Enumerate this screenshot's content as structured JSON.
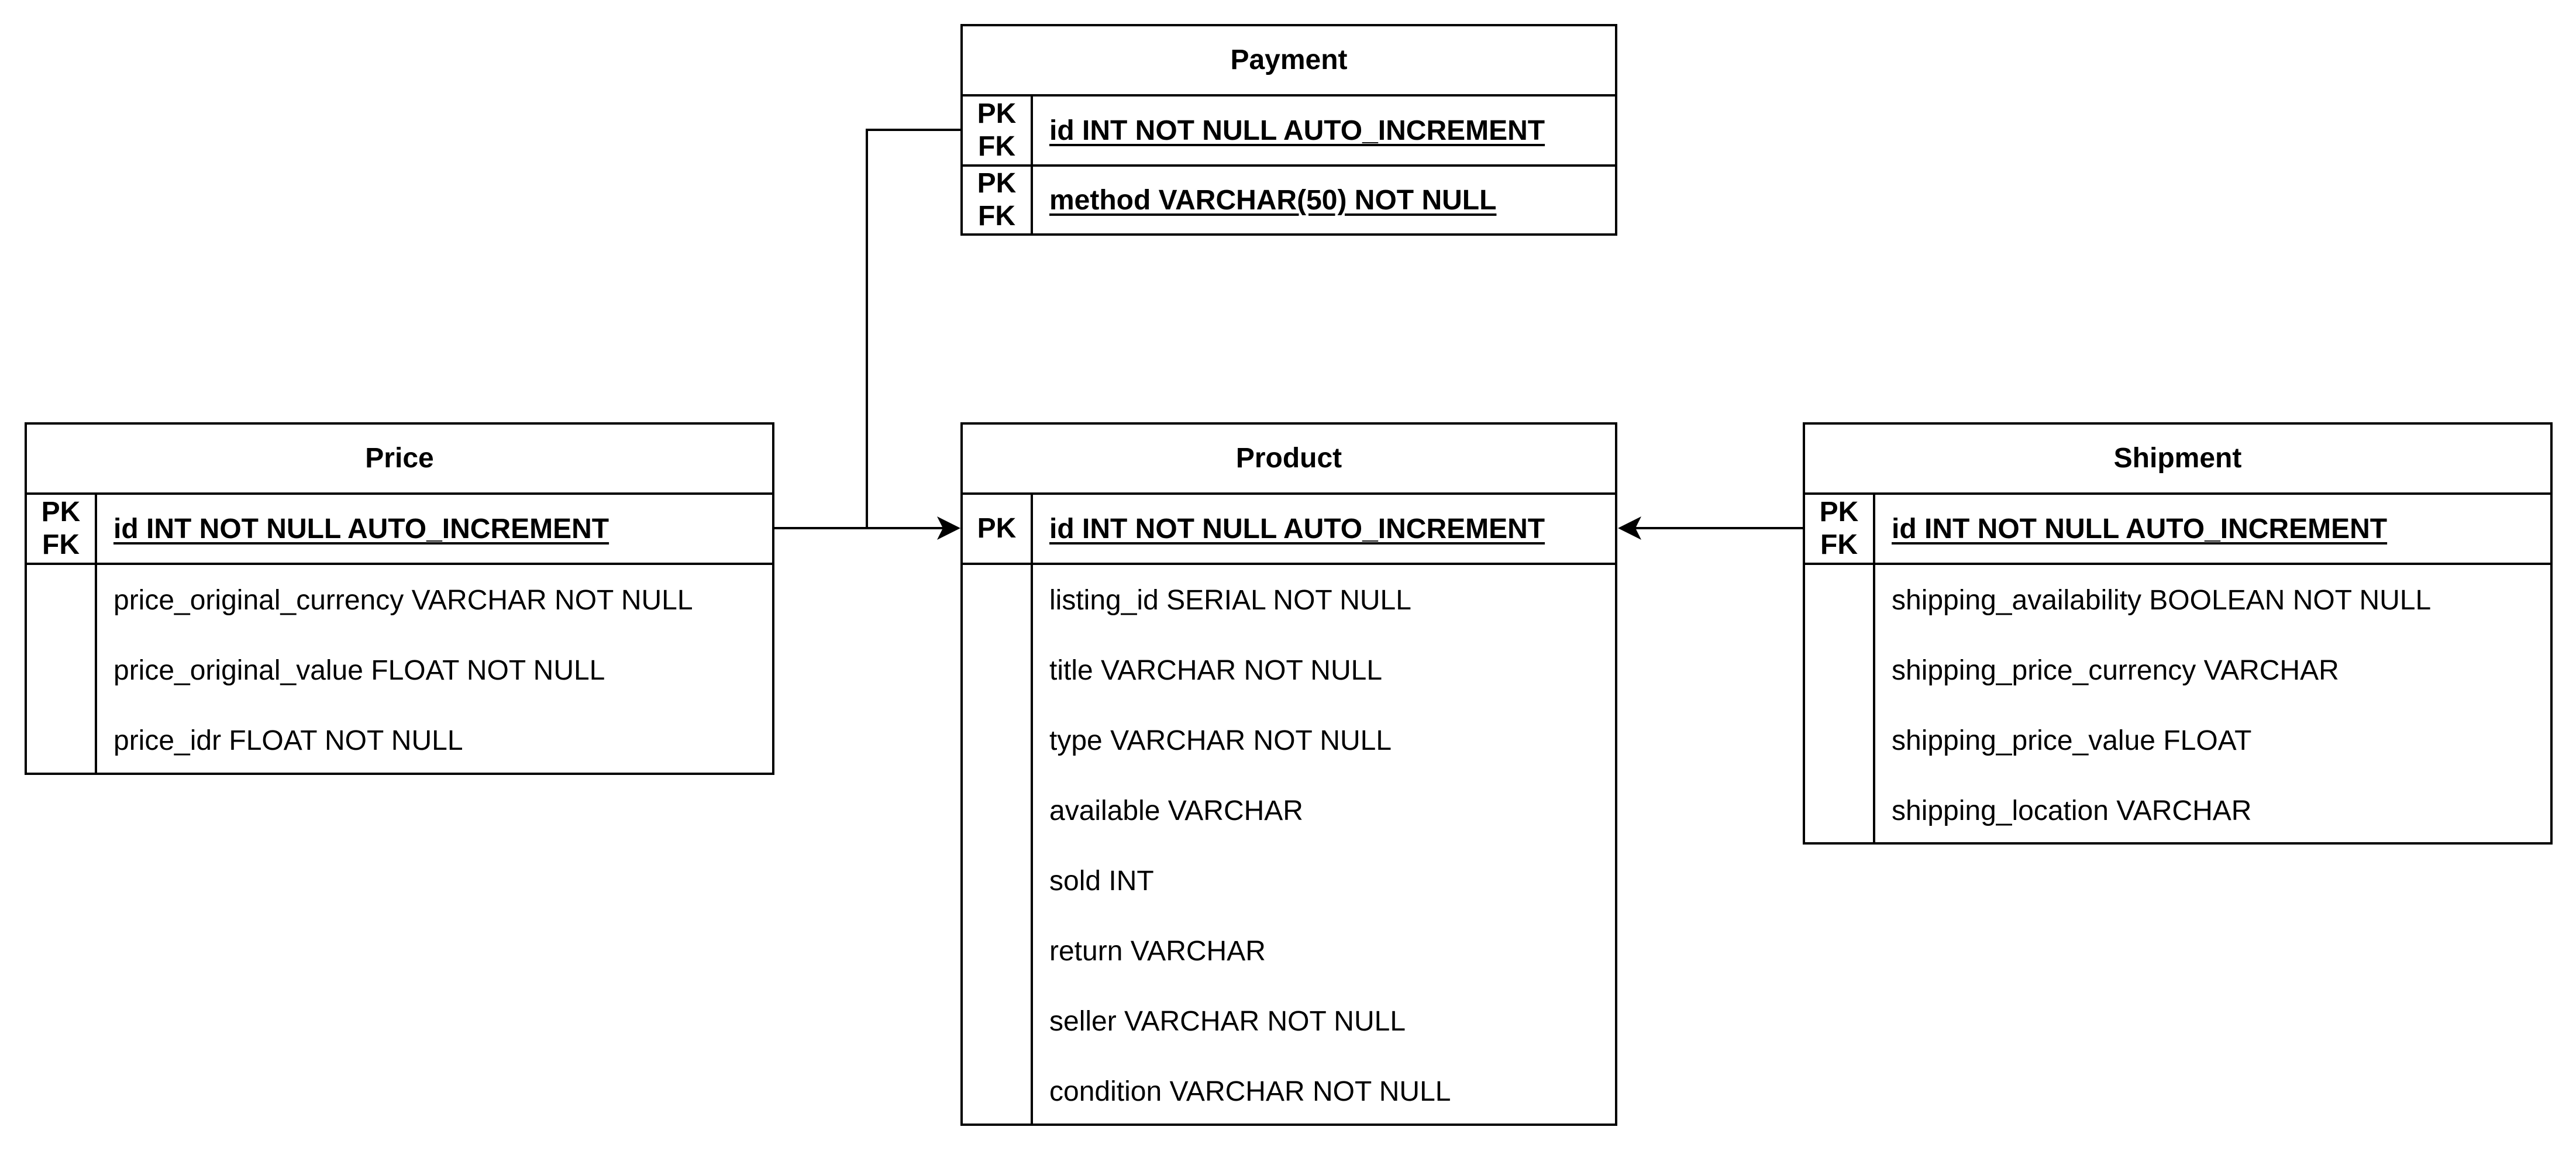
{
  "entities": {
    "payment": {
      "title": "Payment",
      "keys": [
        {
          "pk": "PK",
          "fk": "FK",
          "field": "id INT NOT NULL AUTO_INCREMENT"
        },
        {
          "pk": "PK",
          "fk": "FK",
          "field": "method VARCHAR(50) NOT NULL"
        }
      ],
      "attributes": []
    },
    "price": {
      "title": "Price",
      "keys": [
        {
          "pk": "PK",
          "fk": "FK",
          "field": "id INT NOT NULL AUTO_INCREMENT"
        }
      ],
      "attributes": [
        "price_original_currency VARCHAR NOT NULL",
        "price_original_value FLOAT NOT NULL",
        "price_idr FLOAT NOT NULL"
      ]
    },
    "product": {
      "title": "Product",
      "keys": [
        {
          "pk": "PK",
          "fk": "",
          "field": "id INT NOT NULL AUTO_INCREMENT"
        }
      ],
      "attributes": [
        "listing_id SERIAL NOT NULL",
        "title VARCHAR NOT NULL",
        "type VARCHAR NOT NULL",
        "available VARCHAR",
        "sold INT",
        "return VARCHAR",
        "seller VARCHAR NOT NULL",
        "condition VARCHAR NOT NULL"
      ]
    },
    "shipment": {
      "title": "Shipment",
      "keys": [
        {
          "pk": "PK",
          "fk": "FK",
          "field": "id INT NOT NULL AUTO_INCREMENT"
        }
      ],
      "attributes": [
        "shipping_availability BOOLEAN NOT NULL",
        "shipping_price_currency VARCHAR",
        "shipping_price_value FLOAT",
        "shipping_location VARCHAR"
      ]
    }
  },
  "relationships": [
    {
      "from": "price",
      "to": "product"
    },
    {
      "from": "payment",
      "to": "product"
    },
    {
      "from": "shipment",
      "to": "product"
    }
  ]
}
